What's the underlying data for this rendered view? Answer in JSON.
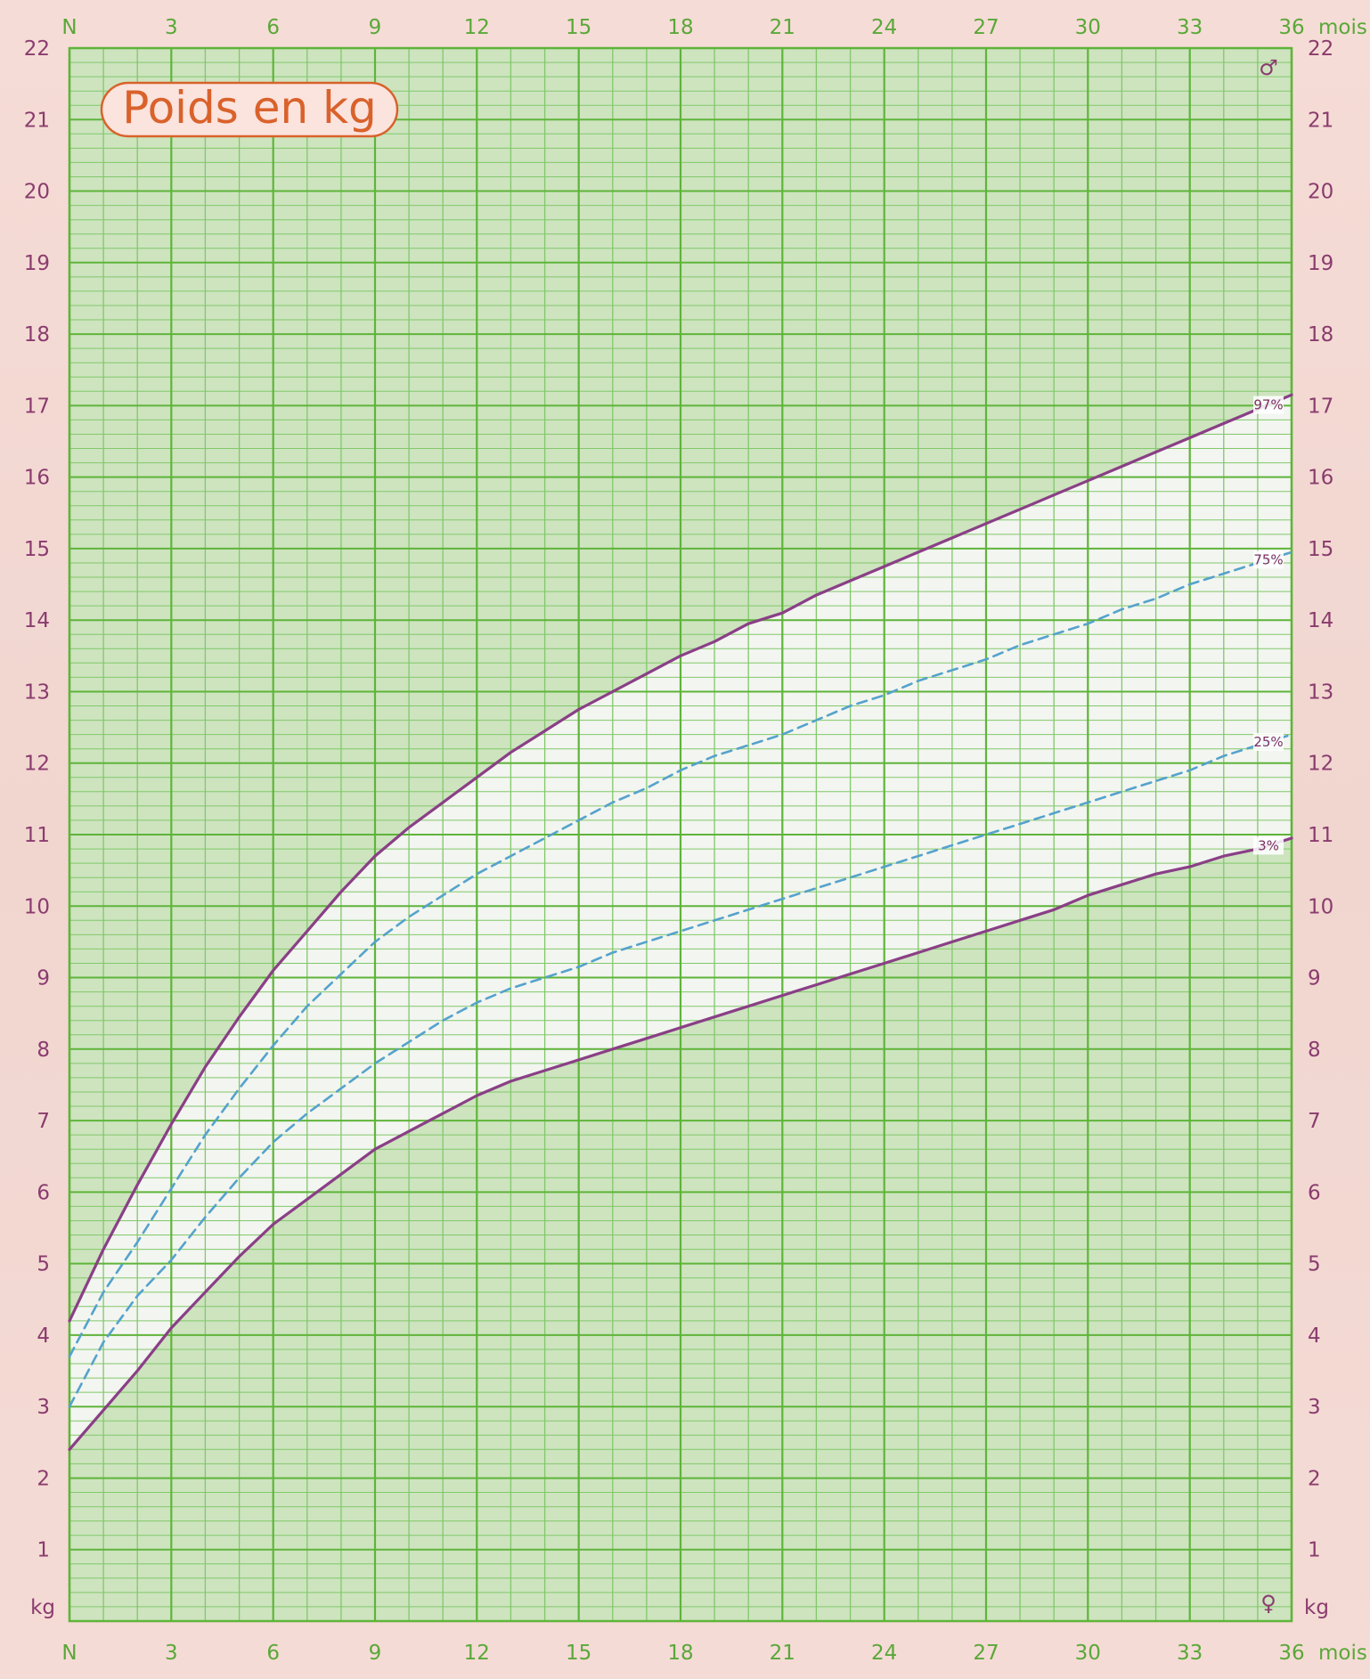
{
  "chart_data": {
    "type": "line",
    "title": "Poids en kg",
    "x_unit": "mois",
    "y_unit": "kg",
    "x_start_label": "N",
    "x_ticks": [
      0,
      3,
      6,
      9,
      12,
      15,
      18,
      21,
      24,
      27,
      30,
      33,
      36
    ],
    "x_tick_labels": [
      "N",
      "3",
      "6",
      "9",
      "12",
      "15",
      "18",
      "21",
      "24",
      "27",
      "30",
      "33",
      "36"
    ],
    "y_ticks": [
      1,
      2,
      3,
      4,
      5,
      6,
      7,
      8,
      9,
      10,
      11,
      12,
      13,
      14,
      15,
      16,
      17,
      18,
      19,
      20,
      21,
      22
    ],
    "xlim": [
      0,
      36
    ],
    "ylim": [
      0,
      22
    ],
    "grid": true,
    "male_symbol": "♂",
    "female_symbol": "♀",
    "series": [
      {
        "name": "97%",
        "style": "solid",
        "color": "#8a3f86",
        "x": [
          0,
          1,
          2,
          3,
          4,
          5,
          6,
          7,
          8,
          9,
          10,
          11,
          12,
          13,
          14,
          15,
          16,
          17,
          18,
          19,
          20,
          21,
          22,
          23,
          24,
          25,
          26,
          27,
          28,
          29,
          30,
          31,
          32,
          33,
          34,
          35,
          36
        ],
        "values": [
          4.2,
          5.2,
          6.1,
          6.95,
          7.75,
          8.45,
          9.1,
          9.65,
          10.2,
          10.7,
          11.1,
          11.45,
          11.8,
          12.15,
          12.45,
          12.75,
          13.0,
          13.25,
          13.5,
          13.7,
          13.95,
          14.1,
          14.35,
          14.55,
          14.75,
          14.95,
          15.15,
          15.35,
          15.55,
          15.75,
          15.95,
          16.15,
          16.35,
          16.55,
          16.75,
          16.95,
          17.15
        ]
      },
      {
        "name": "75%",
        "style": "dashed",
        "color": "#55a2cc",
        "x": [
          0,
          1,
          2,
          3,
          4,
          5,
          6,
          7,
          8,
          9,
          10,
          11,
          12,
          13,
          14,
          15,
          16,
          17,
          18,
          19,
          20,
          21,
          22,
          23,
          24,
          25,
          26,
          27,
          28,
          29,
          30,
          31,
          32,
          33,
          34,
          35,
          36
        ],
        "values": [
          3.7,
          4.6,
          5.3,
          6.05,
          6.8,
          7.45,
          8.05,
          8.6,
          9.05,
          9.5,
          9.85,
          10.15,
          10.45,
          10.7,
          10.95,
          11.2,
          11.45,
          11.65,
          11.9,
          12.1,
          12.25,
          12.4,
          12.6,
          12.8,
          12.95,
          13.15,
          13.3,
          13.45,
          13.65,
          13.8,
          13.95,
          14.15,
          14.3,
          14.5,
          14.65,
          14.8,
          14.95
        ]
      },
      {
        "name": "25%",
        "style": "dashed",
        "color": "#55a2cc",
        "x": [
          0,
          1,
          2,
          3,
          4,
          5,
          6,
          7,
          8,
          9,
          10,
          11,
          12,
          13,
          14,
          15,
          16,
          17,
          18,
          19,
          20,
          21,
          22,
          23,
          24,
          25,
          26,
          27,
          28,
          29,
          30,
          31,
          32,
          33,
          34,
          35,
          36
        ],
        "values": [
          3.0,
          3.9,
          4.55,
          5.05,
          5.65,
          6.2,
          6.7,
          7.1,
          7.45,
          7.8,
          8.1,
          8.4,
          8.65,
          8.85,
          9.0,
          9.15,
          9.35,
          9.5,
          9.65,
          9.8,
          9.95,
          10.1,
          10.25,
          10.4,
          10.55,
          10.7,
          10.85,
          11.0,
          11.15,
          11.3,
          11.45,
          11.6,
          11.75,
          11.9,
          12.1,
          12.25,
          12.4
        ]
      },
      {
        "name": "3%",
        "style": "solid",
        "color": "#8a3f86",
        "x": [
          0,
          1,
          2,
          3,
          4,
          5,
          6,
          7,
          8,
          9,
          10,
          11,
          12,
          13,
          14,
          15,
          16,
          17,
          18,
          19,
          20,
          21,
          22,
          23,
          24,
          25,
          26,
          27,
          28,
          29,
          30,
          31,
          32,
          33,
          34,
          35,
          36
        ],
        "values": [
          2.4,
          2.95,
          3.5,
          4.1,
          4.6,
          5.1,
          5.55,
          5.9,
          6.25,
          6.6,
          6.85,
          7.1,
          7.35,
          7.55,
          7.7,
          7.85,
          8.0,
          8.15,
          8.3,
          8.45,
          8.6,
          8.75,
          8.9,
          9.05,
          9.2,
          9.35,
          9.5,
          9.65,
          9.8,
          9.95,
          10.15,
          10.3,
          10.45,
          10.55,
          10.7,
          10.8,
          10.95
        ]
      }
    ]
  },
  "colors": {
    "grid_major": "#5fb43a",
    "grid_minor": "#82c86a",
    "grid_fill": "#cde4bf",
    "band_fill": "#f2f5f0",
    "title_border": "#d9622b",
    "title_bg": "#fbe3de"
  }
}
